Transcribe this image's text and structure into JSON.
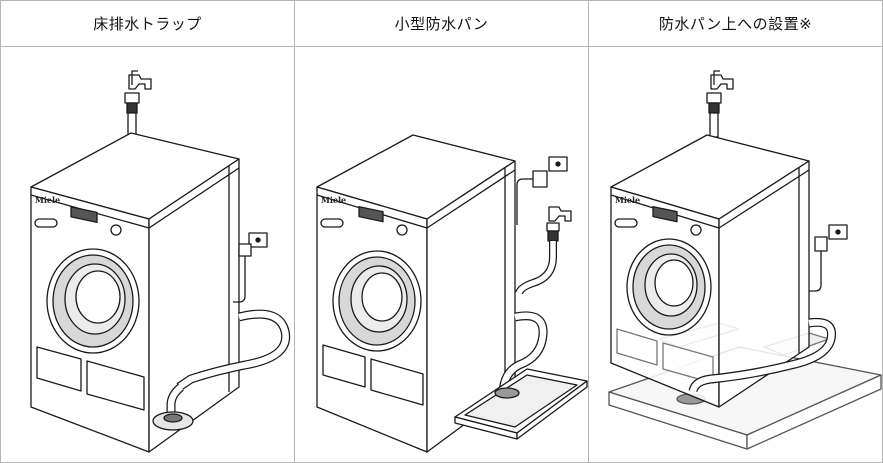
{
  "columns": [
    {
      "header": "床排水トラップ",
      "illustration": "washing-machine-floor-drain-trap",
      "brand": "Miele"
    },
    {
      "header": "小型防水パン",
      "illustration": "washing-machine-small-waterproof-pan",
      "brand": "Miele"
    },
    {
      "header": "防水パン上への設置※",
      "illustration": "washing-machine-on-waterproof-pan",
      "brand": "Miele"
    }
  ],
  "colors": {
    "line": "#1a1a1a",
    "panel": "#f4f4f4",
    "glass": "#d8d8d8",
    "grid": "#b5b5b5"
  }
}
